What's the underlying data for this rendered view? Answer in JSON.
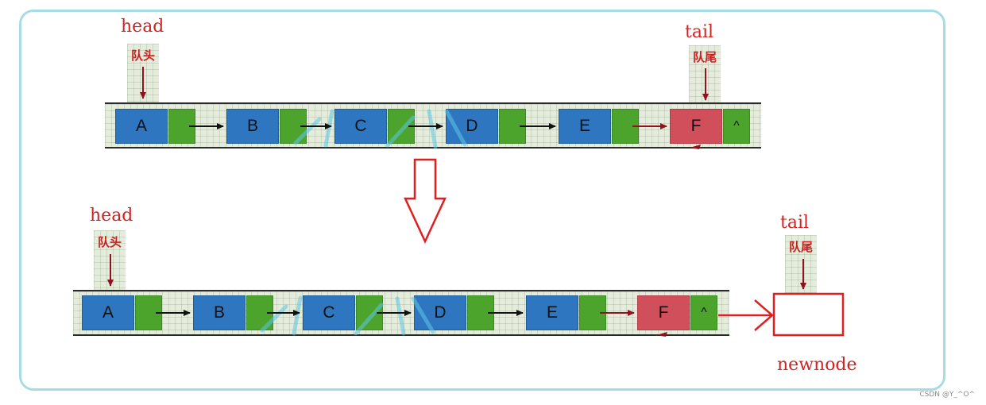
{
  "top_list": {
    "head_label": "head",
    "head_tag": "队头",
    "tail_label": "tail",
    "tail_tag": "队尾",
    "nodes": [
      "A",
      "B",
      "C",
      "D",
      "E",
      "F"
    ],
    "null_marker": "^"
  },
  "bottom_list": {
    "head_label": "head",
    "head_tag": "队头",
    "tail_label": "tail",
    "tail_tag": "队尾",
    "nodes": [
      "A",
      "B",
      "C",
      "D",
      "E",
      "F"
    ],
    "null_marker": "^",
    "new_node_label": "newnode"
  },
  "watermark": "CSDN @Y_^O^",
  "colors": {
    "frame": "#a6dde5",
    "data_node": "#2e77c0",
    "tail_node": "#d14f5b",
    "pointer_cell": "#4ca42c",
    "annotation_red": "#d22222",
    "arrow_red": "#e02020"
  }
}
